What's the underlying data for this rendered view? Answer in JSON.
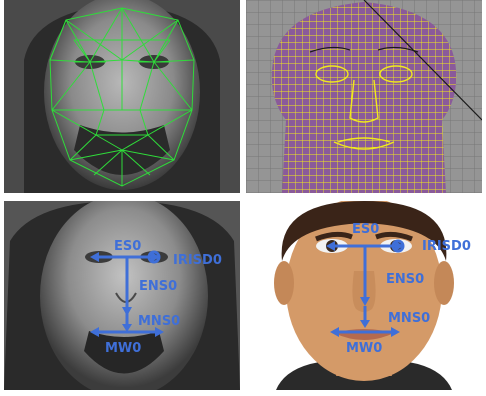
{
  "colors": {
    "mesh_green": "#2fdc3a",
    "mesh_yellow": "#f1ea1c",
    "mesh_purple": "#8a5a9a",
    "annotation_blue": "#3f6fd8",
    "photo_gray": "#6a6a6a",
    "skin_cartoon": "#d49a68"
  },
  "panels": {
    "top_left": {
      "content": "photo-face-green-mesh"
    },
    "top_right": {
      "content": "3d-head-yellow-wireframe"
    },
    "bottom_left": {
      "content": "photo-face-measurements"
    },
    "bottom_right": {
      "content": "cartoon-face-measurements"
    }
  },
  "labels": {
    "es0": "ES0",
    "irisd0": "IRISD0",
    "ens0": "ENS0",
    "mns0": "MNS0",
    "mw0": "MW0"
  }
}
